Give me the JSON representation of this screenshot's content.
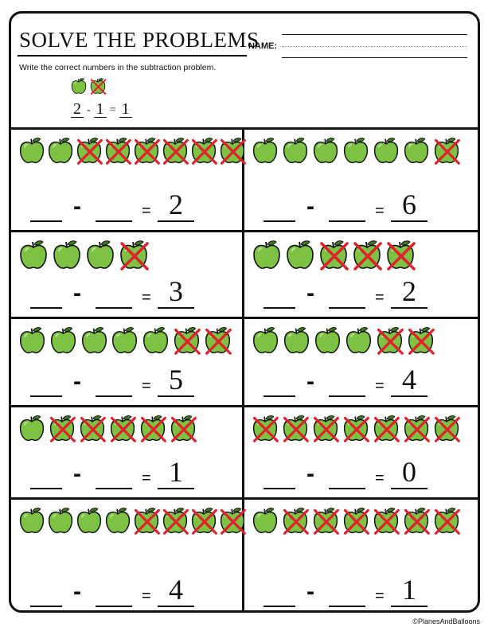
{
  "header": {
    "title": "SOLVE THE PROBLEMS",
    "name_label": "NAME:",
    "instruction": "Write the correct numbers in the subtraction problem."
  },
  "example": {
    "apples": [
      false,
      true
    ],
    "first": "2",
    "minus": "-",
    "second": "1",
    "equals": "=",
    "answer": "1"
  },
  "problems": [
    {
      "total": 8,
      "crossed": [
        false,
        false,
        true,
        true,
        true,
        true,
        true,
        true
      ],
      "answer": "2"
    },
    {
      "total": 7,
      "crossed": [
        false,
        false,
        false,
        false,
        false,
        false,
        true
      ],
      "answer": "6"
    },
    {
      "total": 4,
      "crossed": [
        false,
        false,
        false,
        true
      ],
      "answer": "3"
    },
    {
      "total": 5,
      "crossed": [
        false,
        false,
        true,
        true,
        true
      ],
      "answer": "2"
    },
    {
      "total": 7,
      "crossed": [
        false,
        false,
        false,
        false,
        false,
        true,
        true
      ],
      "answer": "5"
    },
    {
      "total": 6,
      "crossed": [
        false,
        false,
        false,
        false,
        true,
        true
      ],
      "answer": "4"
    },
    {
      "total": 6,
      "crossed": [
        false,
        true,
        true,
        true,
        true,
        true
      ],
      "answer": "1"
    },
    {
      "total": 7,
      "crossed": [
        true,
        true,
        true,
        true,
        true,
        true,
        true
      ],
      "answer": "0"
    },
    {
      "total": 8,
      "crossed": [
        false,
        false,
        false,
        false,
        true,
        true,
        true,
        true
      ],
      "answer": "4"
    },
    {
      "total": 7,
      "crossed": [
        false,
        true,
        true,
        true,
        true,
        true,
        true
      ],
      "answer": "1"
    }
  ],
  "symbols": {
    "minus": "-",
    "equals": "="
  },
  "colors": {
    "apple": "#7dc242",
    "apple_dark": "#3c7a1e",
    "cross": "#e0202a"
  },
  "credit": "©PlanesAndBalloons"
}
